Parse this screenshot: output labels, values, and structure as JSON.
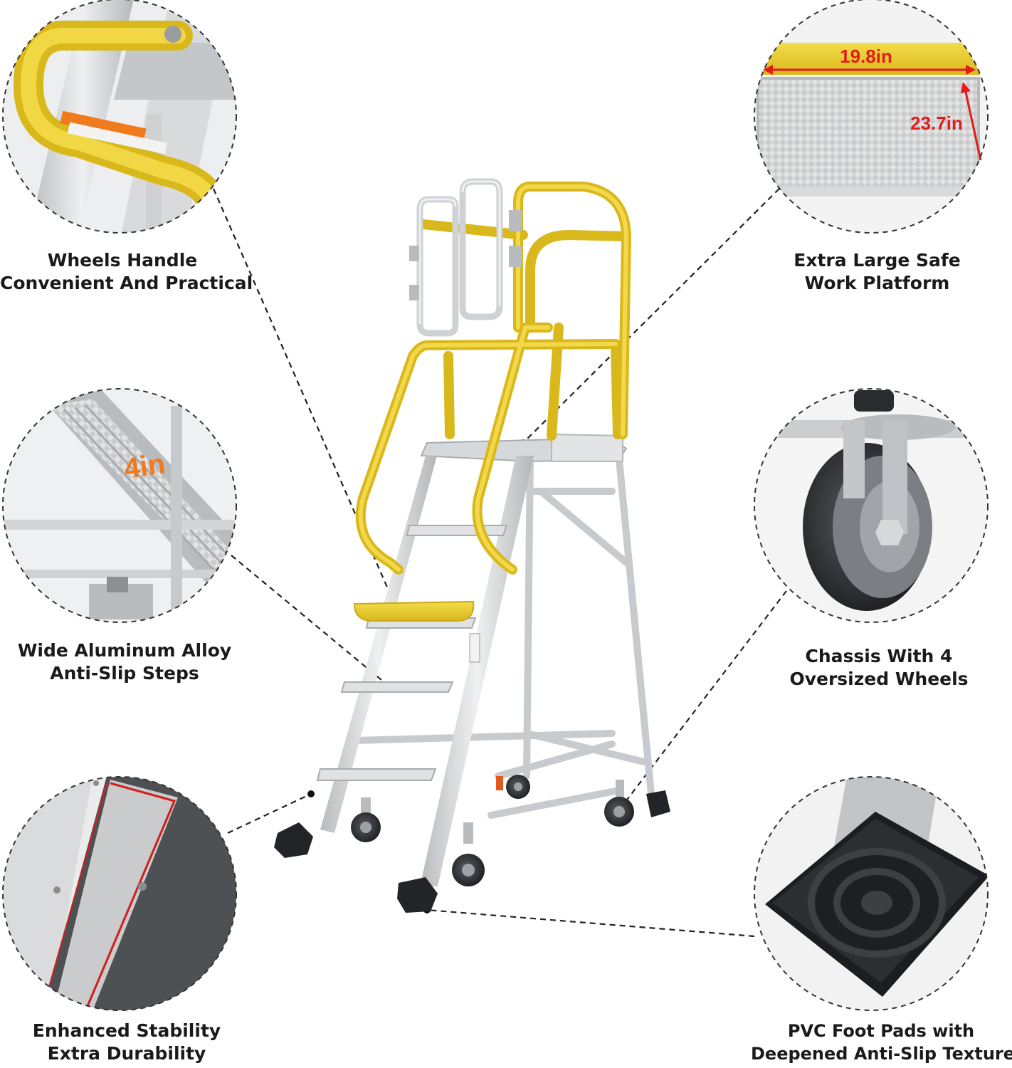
{
  "features": [
    {
      "id": "handle",
      "lines": [
        "Wheels Handle",
        "Convenient And Practical"
      ]
    },
    {
      "id": "steps",
      "lines": [
        "Wide Aluminum Alloy",
        "Anti-Slip Steps"
      ],
      "step_depth": "4in"
    },
    {
      "id": "stability",
      "lines": [
        "Enhanced Stability",
        "Extra Durability"
      ]
    },
    {
      "id": "platform",
      "lines": [
        "Extra Large Safe",
        "Work Platform"
      ],
      "width_label": "19.8in",
      "depth_label": "23.7in"
    },
    {
      "id": "wheels",
      "lines": [
        "Chassis With 4",
        "Oversized Wheels"
      ]
    },
    {
      "id": "feet",
      "lines": [
        "PVC Foot Pads with",
        "Deepened Anti-Slip Texture"
      ]
    }
  ],
  "colors": {
    "accent_yellow": "#e8c927",
    "aluminum": "#d4d6d8",
    "dimension_red": "#e31b1b",
    "step_label_orange": "#f07a1c"
  }
}
